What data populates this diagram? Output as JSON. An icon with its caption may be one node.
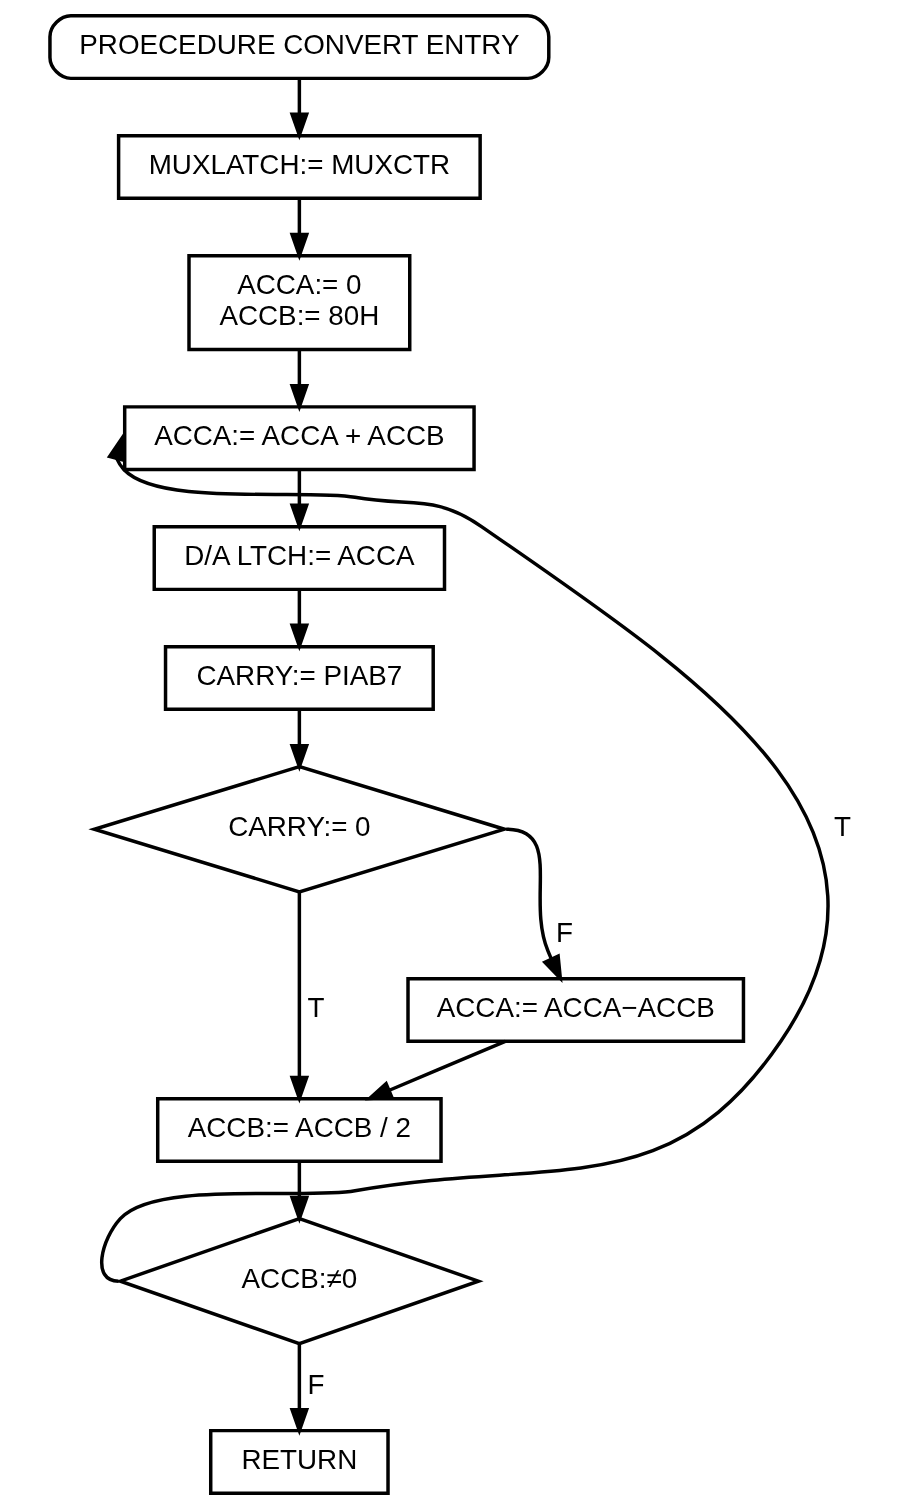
{
  "diagram": {
    "nodes": [
      {
        "text": [
          "PROECEDURE CONVERT ENTRY"
        ]
      },
      {
        "text": [
          "MUXLATCH:= MUXCTR"
        ]
      },
      {
        "text": [
          "ACCA:= 0",
          "ACCB:= 80H"
        ]
      },
      {
        "text": [
          "ACCA:= ACCA + ACCB"
        ]
      },
      {
        "text": [
          "D/A LTCH:= ACCA"
        ]
      },
      {
        "text": [
          "CARRY:= PIAB7"
        ]
      },
      {
        "text": [
          "CARRY:= 0"
        ]
      },
      {
        "text": [
          "ACCA:= ACCA−ACCB"
        ]
      },
      {
        "text": [
          "ACCB:= ACCB / 2"
        ]
      },
      {
        "text": [
          "ACCB:≠0"
        ]
      },
      {
        "text": [
          "RETURN"
        ]
      }
    ],
    "edges": [
      {
        "from": 0,
        "to": 1,
        "arrow": "to"
      },
      {
        "from": 1,
        "to": 2,
        "arrow": "to"
      },
      {
        "from": 2,
        "to": 3,
        "arrow": "to"
      },
      {
        "from": 3,
        "to": 4,
        "arrow": "to"
      },
      {
        "from": 4,
        "to": 5,
        "arrow": "to"
      },
      {
        "from": 5,
        "to": 6,
        "arrow": "to"
      },
      {
        "from": 6,
        "to": 7,
        "label": "F",
        "arrow": "to"
      },
      {
        "from": 6,
        "to": 8,
        "label": "T",
        "arrow": "to"
      },
      {
        "from": 7,
        "to": 8,
        "arrow": "to"
      },
      {
        "from": 8,
        "to": 9,
        "arrow": "to"
      },
      {
        "from": 9,
        "to": 3,
        "label": "T",
        "arrow": "to"
      },
      {
        "from": 9,
        "to": 10,
        "label": "F",
        "arrow": "to"
      }
    ]
  }
}
